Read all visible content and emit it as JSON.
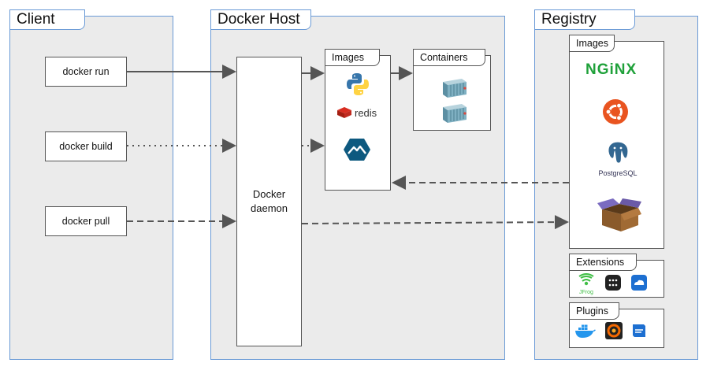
{
  "client": {
    "title": "Client",
    "commands": [
      "docker run",
      "docker build",
      "docker pull"
    ]
  },
  "host": {
    "title": "Docker Host",
    "daemon_line1": "Docker",
    "daemon_line2": "daemon",
    "images_tab": "Images",
    "containers_tab": "Containers",
    "redis_label": "redis"
  },
  "registry": {
    "title": "Registry",
    "images_tab": "Images",
    "nginx_logo": "NGiNX",
    "postgres_logo": "PostgreSQL",
    "extensions_tab": "Extensions",
    "plugins_tab": "Plugins",
    "jfrog_logo": "JFrog"
  },
  "icons": [
    "python-icon",
    "redis-icon",
    "alpine-icon",
    "container-icon",
    "nginx-logo",
    "ubuntu-icon",
    "postgresql-icon",
    "box-icon",
    "jfrog-icon",
    "extension-icon",
    "cloud-extension-icon",
    "docker-whale-icon",
    "grafana-icon",
    "vmware-icon"
  ]
}
